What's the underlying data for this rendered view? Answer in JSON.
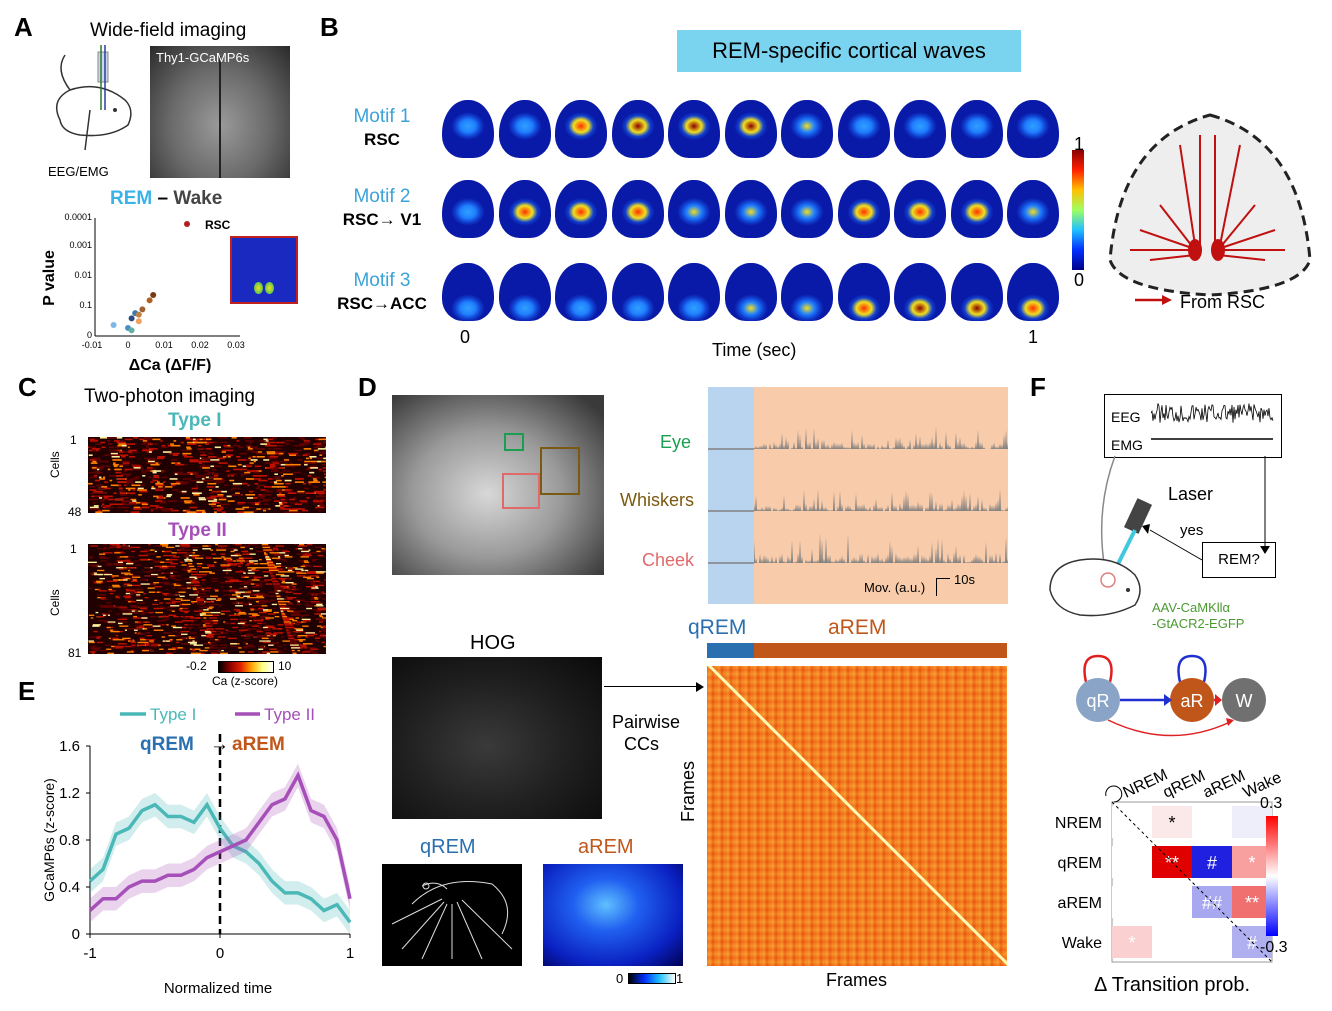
{
  "panels": {
    "A": {
      "label": "A",
      "title": "Wide-field imaging",
      "inset_label": "Thy1-GCaMP6s",
      "recording_label": "EEG/EMG",
      "compare_rem": "REM",
      "compare_dash": "–",
      "compare_wake": "Wake",
      "highlight_label": "RSC",
      "ylabel": "P value",
      "xlabel": "ΔCa (ΔF/F)",
      "y_ticks": [
        "0.0001",
        "0.001",
        "0.01",
        "0.1",
        "0"
      ],
      "x_ticks": [
        "-0.01",
        "0",
        "0.01",
        "0.02",
        "0.03"
      ]
    },
    "B": {
      "label": "B",
      "title": "REM-specific cortical waves",
      "motifs": [
        {
          "name": "Motif 1",
          "sub": "RSC"
        },
        {
          "name": "Motif 2",
          "sub": "RSC→ V1"
        },
        {
          "name": "Motif 3",
          "sub": "RSC→ACC"
        }
      ],
      "colorbar_max": "1",
      "colorbar_min": "0",
      "time_start": "0",
      "time_end": "1",
      "time_label": "Time (sec)",
      "legend_label": "From RSC"
    },
    "C": {
      "label": "C",
      "title": "Two-photon imaging",
      "type1": "Type I",
      "type2": "Type II",
      "cells_label": "Cells",
      "type1_first": "1",
      "type1_last": "48",
      "type2_first": "1",
      "type2_last": "81",
      "cbar_min": "-0.2",
      "cbar_max": "10",
      "cbar_label": "Ca (z-score)"
    },
    "D": {
      "label": "D",
      "traces": [
        "Eye",
        "Whiskers",
        "Cheek"
      ],
      "scale_label": "Mov. (a.u.)",
      "scale_time": "10s",
      "hog_label": "HOG",
      "arrow_label_1": "Pairwise",
      "arrow_label_2": "CCs",
      "qrem": "qREM",
      "arem": "aREM",
      "frames_y": "Frames",
      "frames_x": "Frames",
      "cbar_min": "0",
      "cbar_max": "1"
    },
    "E": {
      "label": "E",
      "legend": [
        "Type I",
        "Type II"
      ],
      "qrem": "qREM",
      "arrow": "→",
      "arem": "aREM",
      "ylabel": "GCaMP6s (z-score)",
      "xlabel": "Normalized  time",
      "y_ticks": [
        "1.6",
        "1.2",
        "0.8",
        "0.4",
        "0"
      ],
      "x_ticks": [
        "-1",
        "0",
        "1"
      ]
    },
    "F": {
      "label": "F",
      "eeg": "EEG",
      "emg": "EMG",
      "laser": "Laser",
      "yes": "yes",
      "rem_q": "REM?",
      "virus_1": "AAV-CaMKllα",
      "virus_2": "-GtACR2-EGFP",
      "states": [
        "qR",
        "aR",
        "W"
      ],
      "matrix_cols": [
        "NREM",
        "qREM",
        "aREM",
        "Wake"
      ],
      "matrix_rows": [
        "NREM",
        "qREM",
        "aREM",
        "Wake"
      ],
      "cells": [
        [
          "",
          "*",
          "",
          ""
        ],
        [
          "",
          "**",
          "#",
          "*"
        ],
        [
          "",
          "",
          "##",
          "**"
        ],
        [
          "*",
          "",
          "",
          "#"
        ]
      ],
      "cbar_max": "0.3",
      "cbar_min": "-0.3",
      "xlabel": "Δ Transition prob."
    }
  },
  "colors": {
    "rem_blue": "#3ab3e8",
    "type1": "#4bb8b8",
    "type2": "#a64fb8",
    "qrem": "#2a6fb0",
    "arem": "#c0561a",
    "eye": "#1a9e50",
    "whiskers": "#7a5a10",
    "cheek": "#e06a6a"
  },
  "chart_data": [
    {
      "type": "scatter",
      "title": "REM – Wake",
      "xlabel": "ΔCa (ΔF/F)",
      "ylabel": "P value",
      "x": [
        -0.004,
        0.0,
        0.001,
        0.002,
        0.003,
        0.004,
        0.006,
        0.007,
        0.001,
        0.003
      ],
      "y": [
        0.2,
        0.25,
        0.12,
        0.08,
        0.09,
        0.06,
        0.03,
        0.02,
        0.3,
        0.15
      ]
    },
    {
      "type": "line",
      "xlabel": "Normalized  time",
      "ylabel": "GCaMP6s (z-score)",
      "ylim": [
        0,
        1.6
      ],
      "xlim": [
        -1,
        1
      ],
      "series": [
        {
          "name": "Type I",
          "x": [
            -1,
            -0.9,
            -0.8,
            -0.7,
            -0.6,
            -0.5,
            -0.4,
            -0.3,
            -0.2,
            -0.1,
            0,
            0.1,
            0.2,
            0.3,
            0.4,
            0.5,
            0.6,
            0.7,
            0.8,
            0.9,
            1
          ],
          "values": [
            0.45,
            0.55,
            0.85,
            0.9,
            1.05,
            1.1,
            1.0,
            1.0,
            0.95,
            1.1,
            0.9,
            0.75,
            0.7,
            0.6,
            0.45,
            0.35,
            0.35,
            0.3,
            0.2,
            0.25,
            0.1
          ]
        },
        {
          "name": "Type II",
          "x": [
            -1,
            -0.9,
            -0.8,
            -0.7,
            -0.6,
            -0.5,
            -0.4,
            -0.3,
            -0.2,
            -0.1,
            0,
            0.1,
            0.2,
            0.3,
            0.4,
            0.5,
            0.6,
            0.7,
            0.8,
            0.9,
            1
          ],
          "values": [
            0.2,
            0.3,
            0.3,
            0.4,
            0.45,
            0.45,
            0.5,
            0.5,
            0.55,
            0.65,
            0.7,
            0.75,
            0.8,
            0.95,
            1.1,
            1.15,
            1.35,
            1.05,
            1.0,
            0.8,
            0.3
          ]
        }
      ]
    }
  ]
}
